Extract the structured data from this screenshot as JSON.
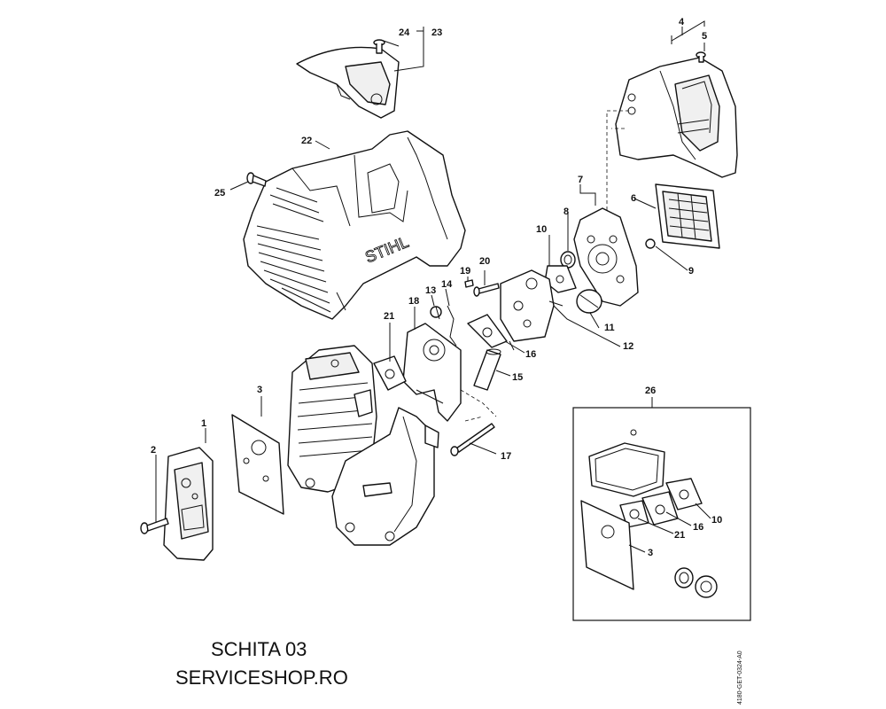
{
  "drawing": {
    "caption_title": "SCHITA 03",
    "caption_site": "SERVICESHOP.RO",
    "reference_code": "4180-GET-0324-A0",
    "brand_mark": "STIHL"
  },
  "callouts": {
    "c1": "1",
    "c2": "2",
    "c3": "3",
    "c4": "4",
    "c5": "5",
    "c6": "6",
    "c7": "7",
    "c8": "8",
    "c9": "9",
    "c10": "10",
    "c11": "11",
    "c12": "12",
    "c13": "13",
    "c14": "14",
    "c15": "15",
    "c16": "16",
    "c17": "17",
    "c18": "18",
    "c19": "19",
    "c20": "20",
    "c21": "21",
    "c22": "22",
    "c23": "23",
    "c24": "24",
    "c25": "25",
    "c26": "26",
    "k3": "3",
    "k10": "10",
    "k16": "16",
    "k21": "21"
  }
}
